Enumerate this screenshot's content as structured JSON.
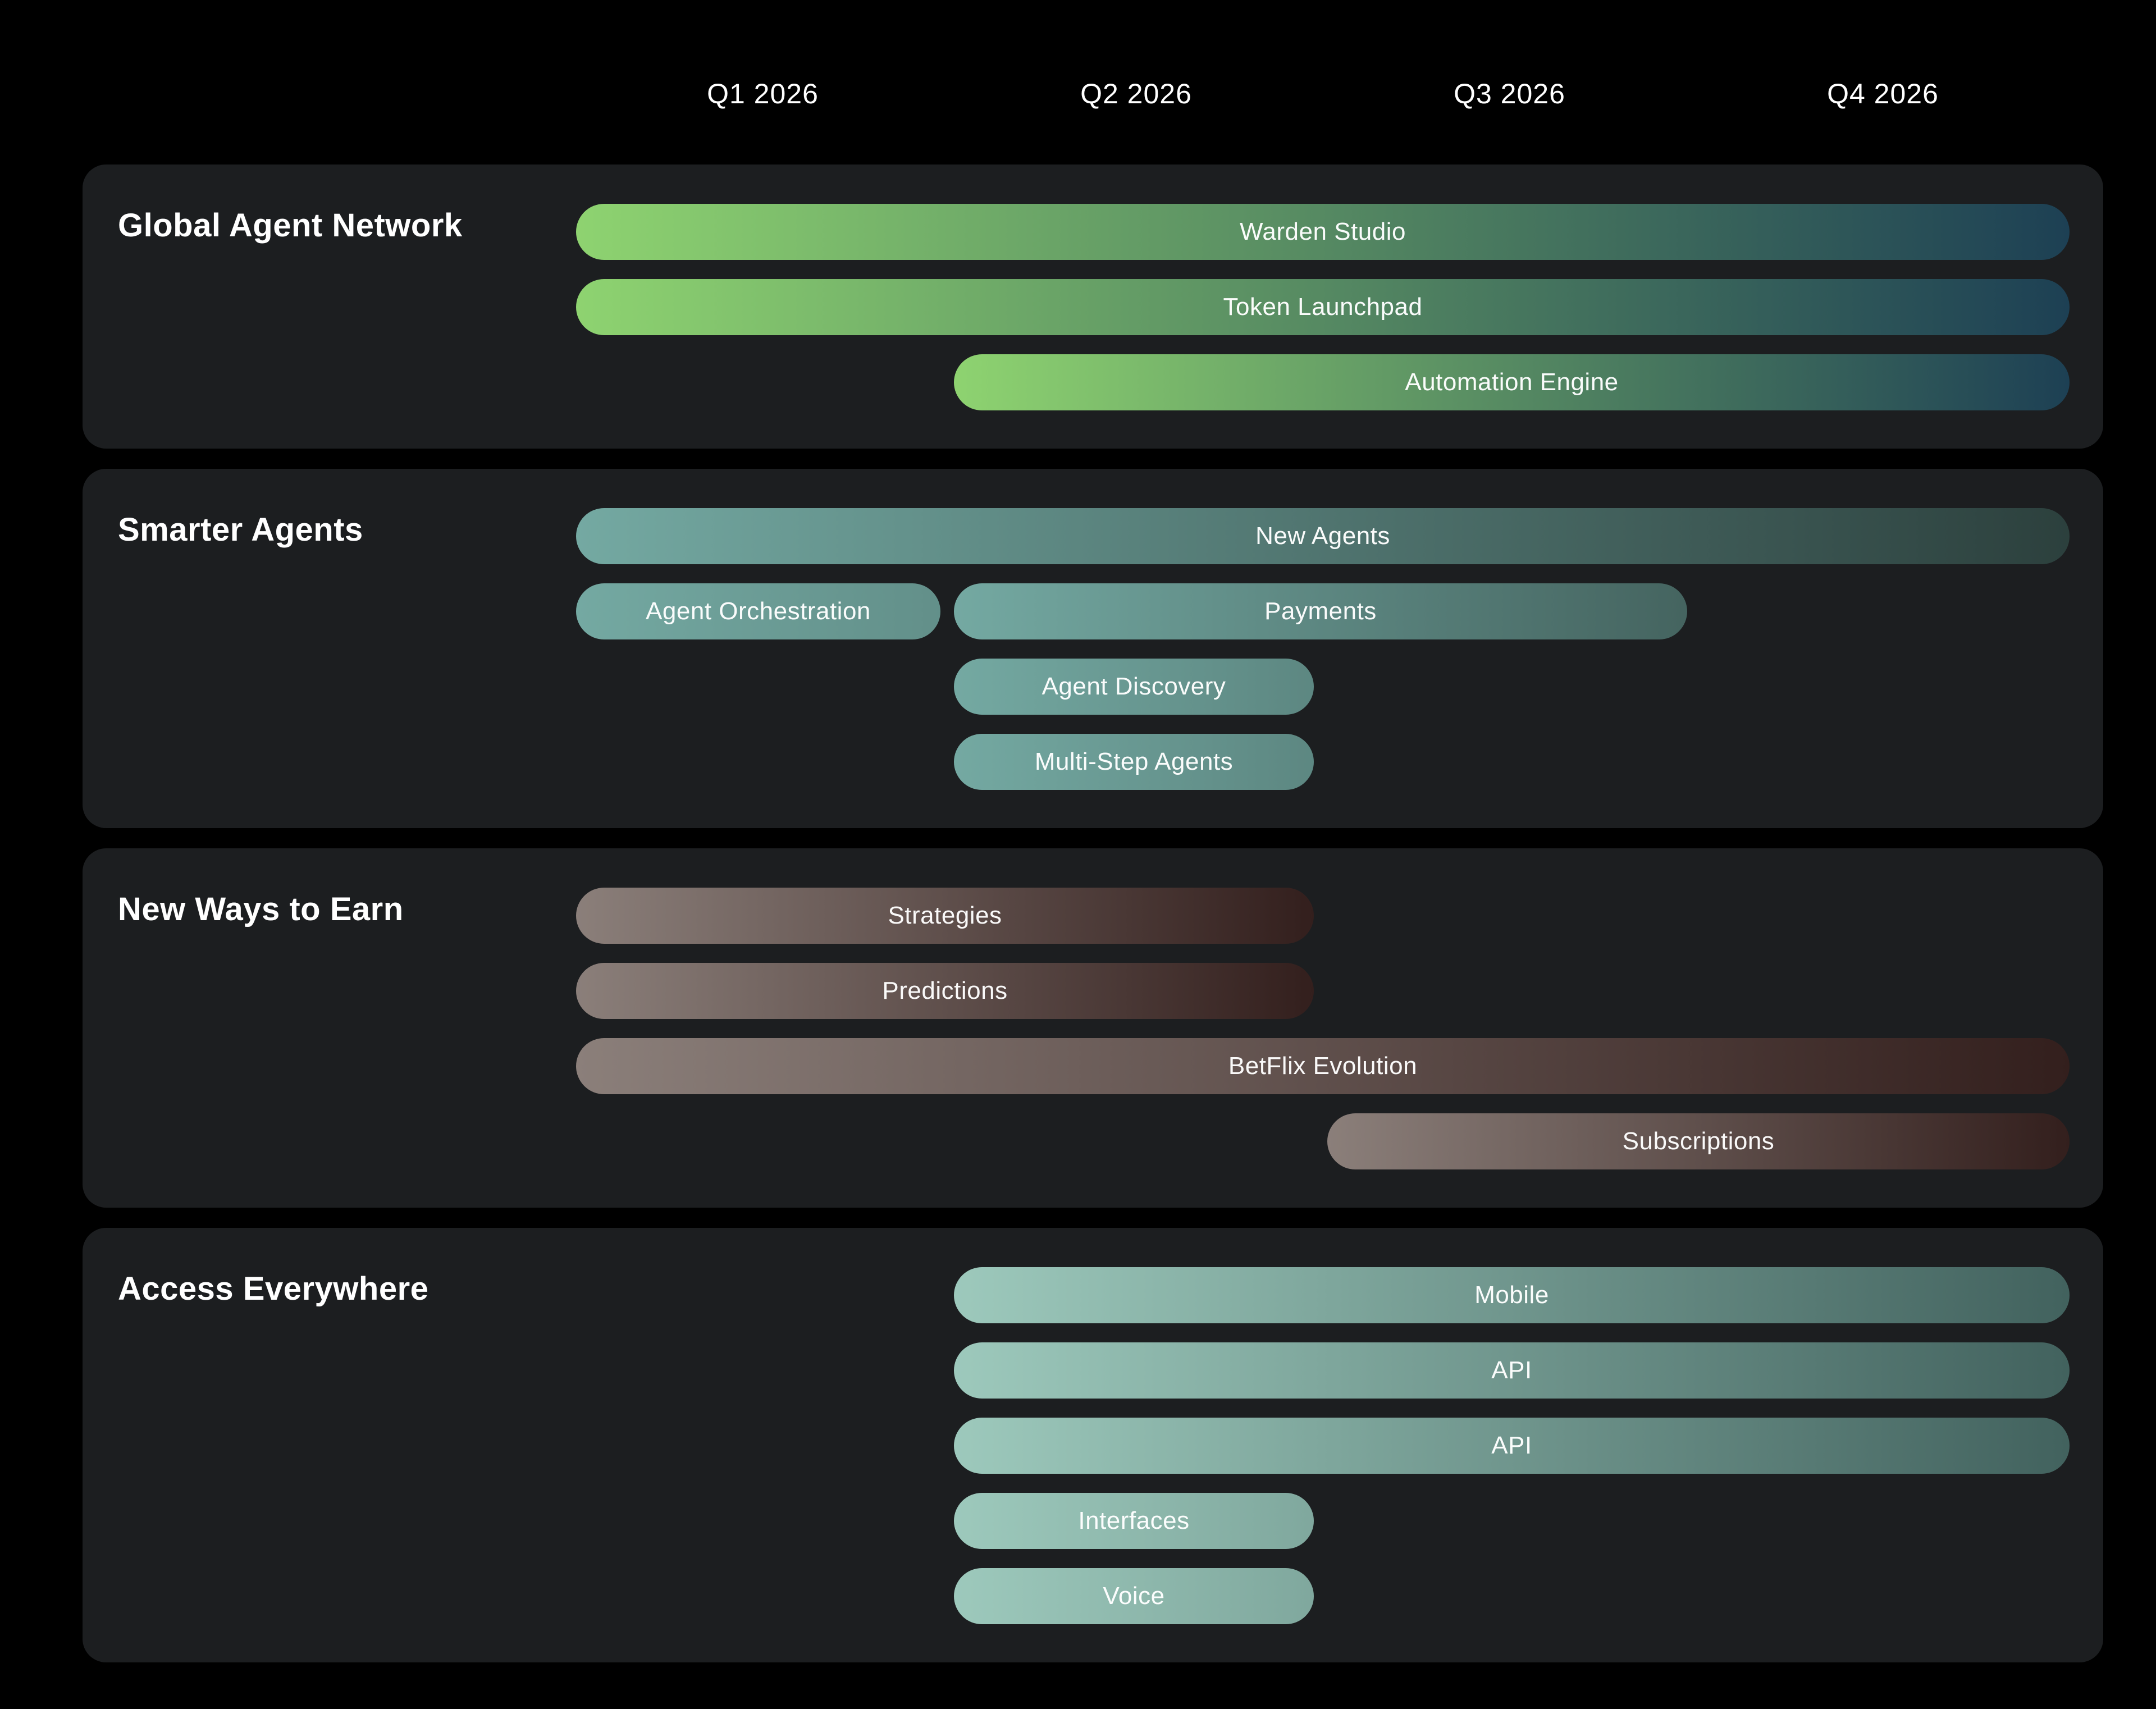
{
  "page": {
    "background": "#000000",
    "card_background": "#1c1e20",
    "text_color": "#ffffff"
  },
  "header": {
    "quarters": [
      "Q1 2026",
      "Q2 2026",
      "Q3 2026",
      "Q4 2026"
    ]
  },
  "chart_data": {
    "type": "bar",
    "subtype": "roadmap-gantt-timeline",
    "title": "",
    "x_categories": [
      "Q1 2026",
      "Q2 2026",
      "Q3 2026",
      "Q4 2026"
    ],
    "x_range_quarters": [
      0,
      4
    ],
    "grid": false,
    "legend_position": "none",
    "sections": [
      {
        "title": "Global Agent Network",
        "color_start": "#8ed370",
        "color_end": "#1d4054",
        "gradient": "per-bar",
        "rows": [
          [
            {
              "label": "Warden Studio",
              "start": 0,
              "end": 4
            }
          ],
          [
            {
              "label": "Token Launchpad",
              "start": 0,
              "end": 4
            }
          ],
          [
            {
              "label": "Automation Engine",
              "start": 1,
              "end": 4
            }
          ]
        ]
      },
      {
        "title": "Smarter Agents",
        "color_start": "#74a9a2",
        "color_end": "#2c403d",
        "gradient": "timeline-clip",
        "rows": [
          [
            {
              "label": "New Agents",
              "start": 0,
              "end": 4
            }
          ],
          [
            {
              "label": "Agent Orchestration",
              "start": 0,
              "end": 1
            },
            {
              "label": "Payments",
              "start": 1,
              "end": 3
            }
          ],
          [
            {
              "label": "Agent Discovery",
              "start": 1,
              "end": 2
            }
          ],
          [
            {
              "label": "Multi-Step Agents",
              "start": 1,
              "end": 2
            }
          ]
        ]
      },
      {
        "title": "New Ways to Earn",
        "color_start": "#8b7f7a",
        "color_end": "#331f1d",
        "gradient": "per-bar",
        "rows": [
          [
            {
              "label": "Strategies",
              "start": 0,
              "end": 2
            }
          ],
          [
            {
              "label": "Predictions",
              "start": 0,
              "end": 2
            }
          ],
          [
            {
              "label": "BetFlix Evolution",
              "start": 0,
              "end": 4
            }
          ],
          [
            {
              "label": "Subscriptions",
              "start": 2,
              "end": 4
            }
          ]
        ]
      },
      {
        "title": "Access Everywhere",
        "color_start": "#9dc9bc",
        "color_end": "#42625e",
        "gradient": "timeline-clip",
        "rows": [
          [
            {
              "label": "Mobile",
              "start": 1,
              "end": 4
            }
          ],
          [
            {
              "label": "API",
              "start": 1,
              "end": 4
            }
          ],
          [
            {
              "label": "API",
              "start": 1,
              "end": 4
            }
          ],
          [
            {
              "label": "Interfaces",
              "start": 1,
              "end": 2
            }
          ],
          [
            {
              "label": "Voice",
              "start": 1,
              "end": 2
            }
          ]
        ]
      }
    ]
  }
}
